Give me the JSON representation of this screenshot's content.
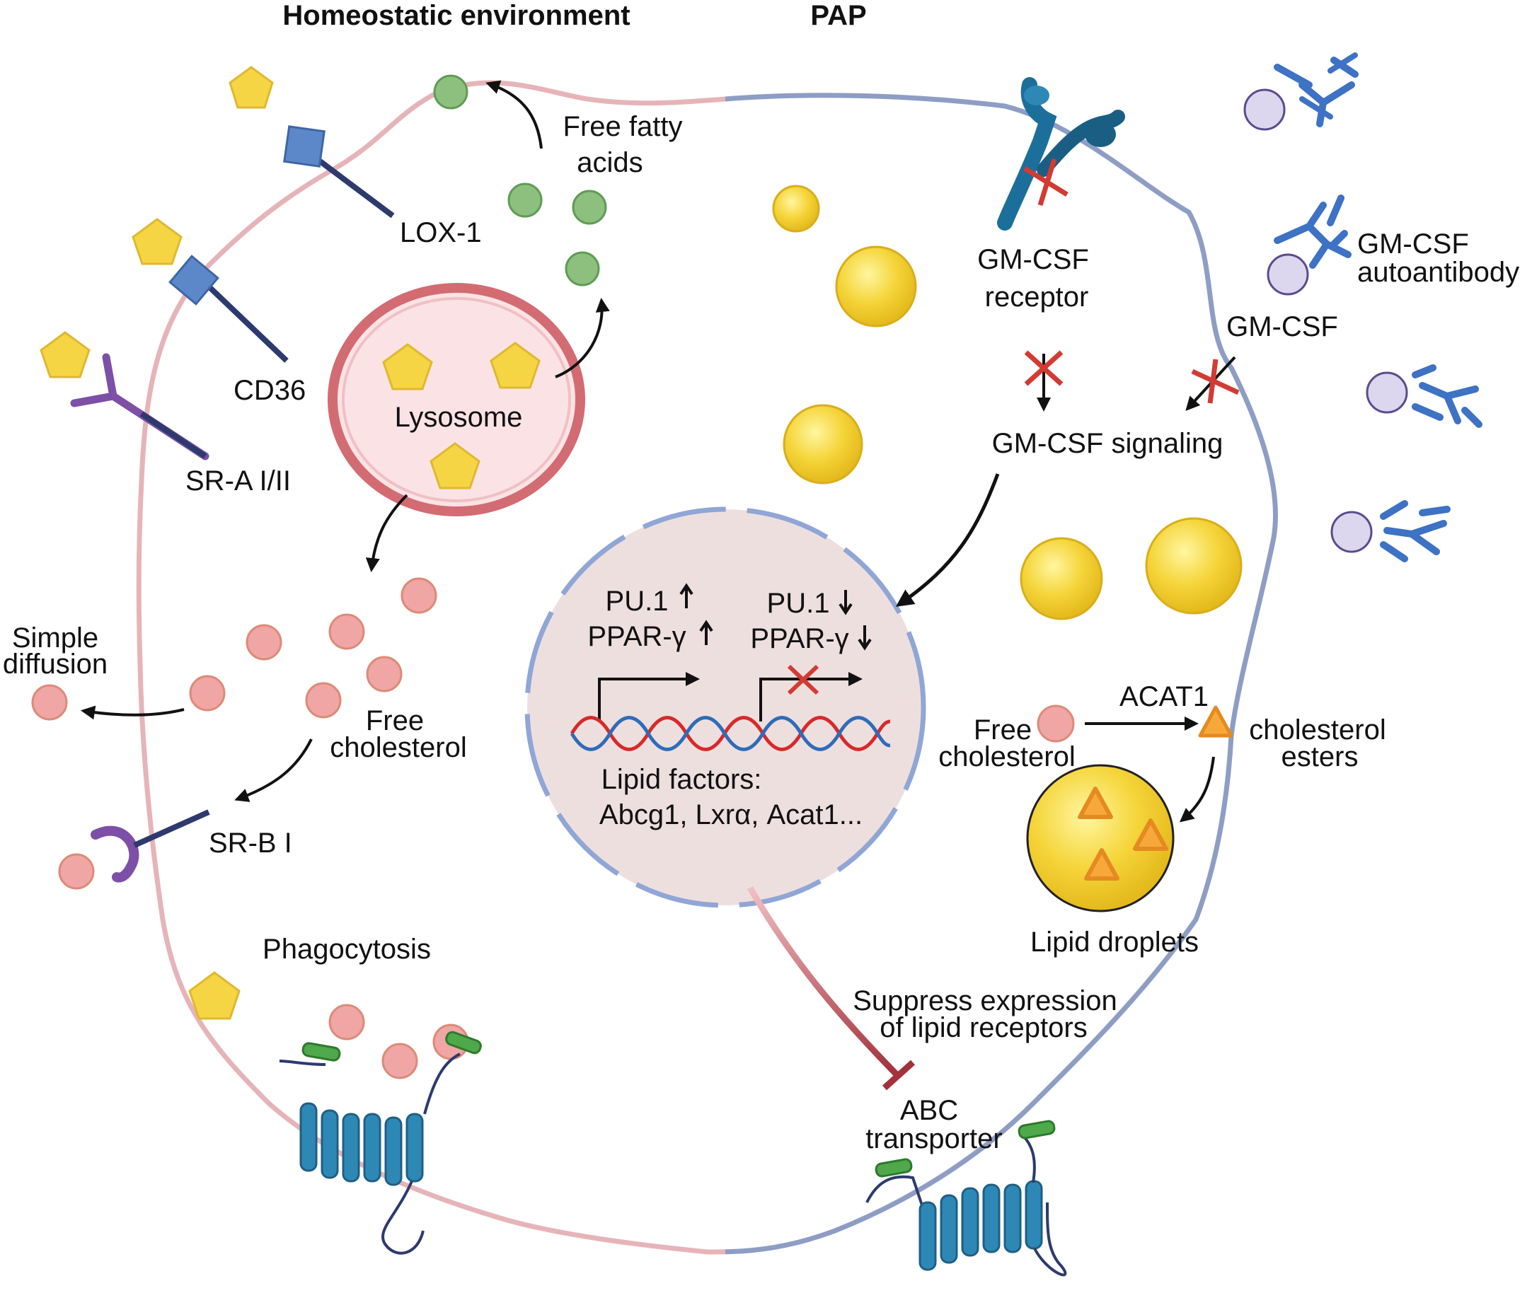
{
  "headers": {
    "left": "Homeostatic environment",
    "right": "PAP"
  },
  "left": {
    "free_fatty_acids": [
      "Free fatty",
      "acids"
    ],
    "lox1": "LOX-1",
    "cd36": "CD36",
    "sra": "SR-A I/II",
    "lysosome": "Lysosome",
    "simple_diffusion": [
      "Simple",
      "diffusion"
    ],
    "free_cholesterol": [
      "Free",
      "cholesterol"
    ],
    "srb": "SR-B I",
    "phagocytosis": "Phagocytosis"
  },
  "right": {
    "gmcsf_receptor": [
      "GM-CSF",
      "receptor"
    ],
    "gmcsf_autoantibody": [
      "GM-CSF",
      "autoantibody"
    ],
    "gmcsf": "GM-CSF",
    "gmcsf_signaling": "GM-CSF signaling",
    "acat1": "ACAT1",
    "free_cholesterol": [
      "Free",
      "cholesterol"
    ],
    "cholesterol_esters": [
      "cholesterol",
      "esters"
    ],
    "lipid_droplets": "Lipid droplets",
    "suppress": [
      "Suppress expression",
      "of lipid receptors"
    ],
    "abc_transporter": [
      "ABC",
      "transporter"
    ]
  },
  "nucleus": {
    "pu1_up": "PU.1",
    "pparg_up": "PPAR-γ",
    "pu1_down": "PU.1",
    "pparg_down": "PPAR-γ",
    "lipid_factors": "Lipid factors:",
    "factors_list": "Abcg1,  Lxrα, Acat1..."
  },
  "colors": {
    "left_cell_fill": "#fbe9ea",
    "left_membrane": "#e6b4b8",
    "right_cell_fill": "#eef2f8",
    "right_membrane": "#8d9dc4",
    "pentagon": "#f6d544",
    "green_acid": "#8dc07f",
    "pink_cholesterol": "#efa6a4",
    "lipid_droplet": "#f5d53a",
    "antibody": "#3d72c4",
    "receptor_blue": "#2e88b5",
    "lysosome": "#d36b73",
    "inhibit_red": "#d23b33",
    "dna_red": "#d62a2a",
    "dna_blue": "#2f6cb8"
  }
}
